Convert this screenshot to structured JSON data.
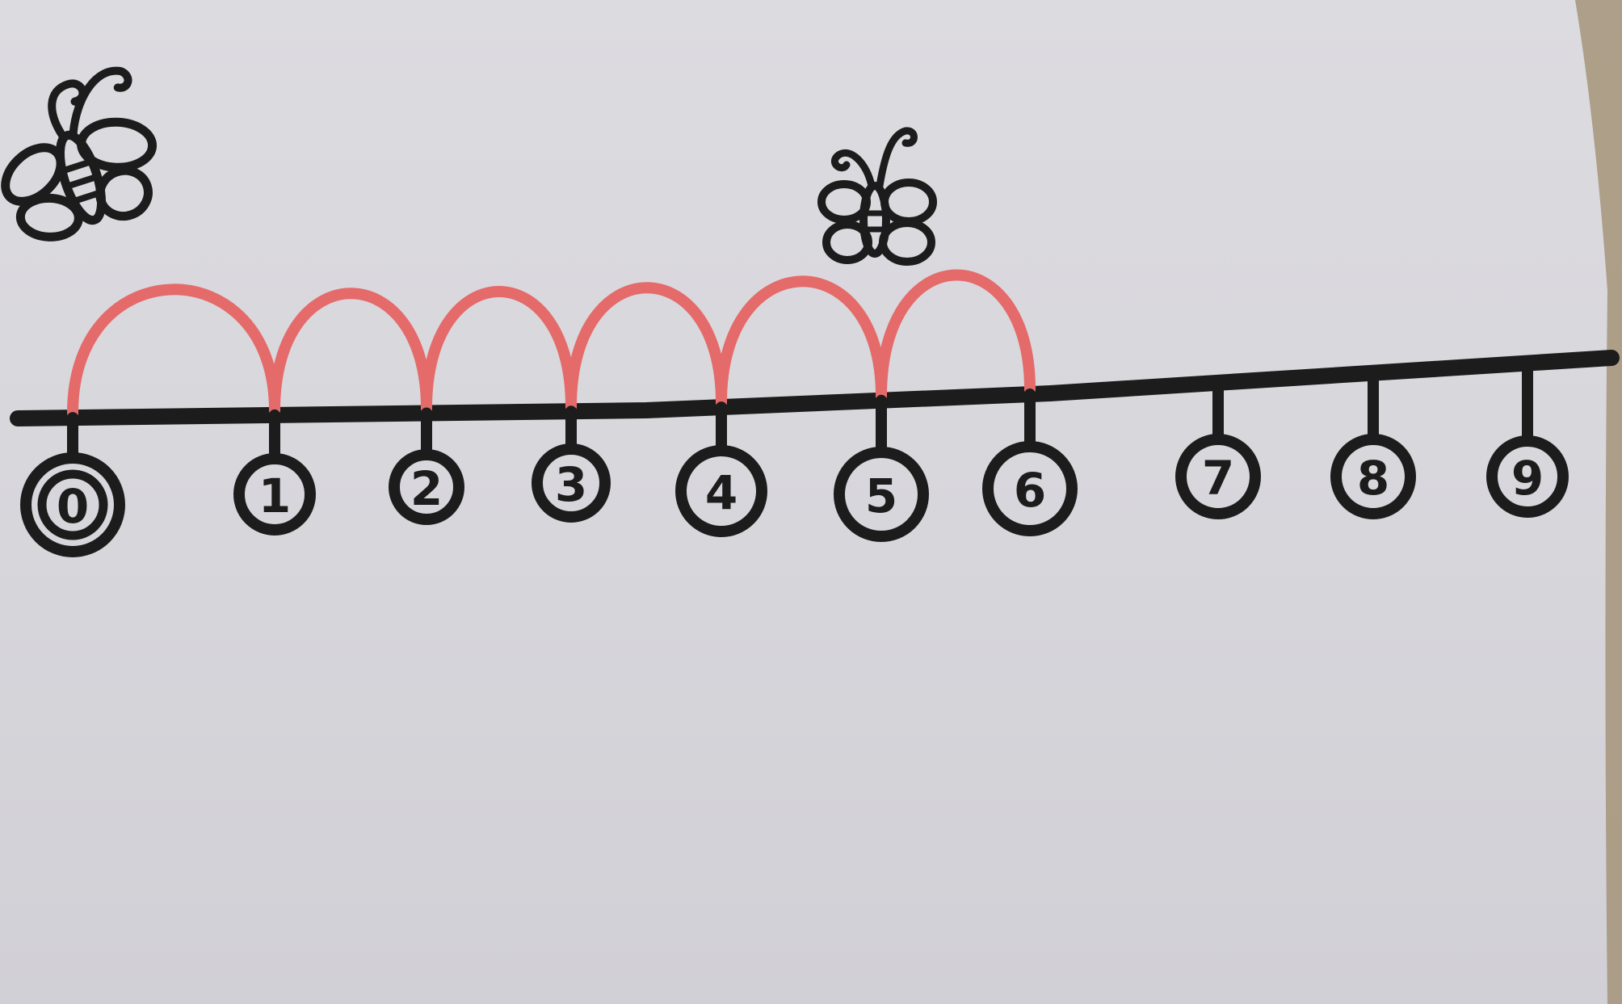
{
  "scene": {
    "paper_color": "#d9d8dd",
    "ink_color": "#1c1c1c",
    "hop_color": "#e56a6a"
  },
  "number_line": {
    "labels": [
      "0",
      "1",
      "2",
      "3",
      "4",
      "5",
      "6",
      "7",
      "8",
      "9"
    ],
    "hops": [
      [
        0,
        1
      ],
      [
        1,
        2
      ],
      [
        2,
        3
      ],
      [
        3,
        4
      ],
      [
        4,
        5
      ],
      [
        5,
        6
      ]
    ]
  },
  "decorations": {
    "start_marker_icon": "bee-icon",
    "end_marker_icon": "bee-icon"
  }
}
